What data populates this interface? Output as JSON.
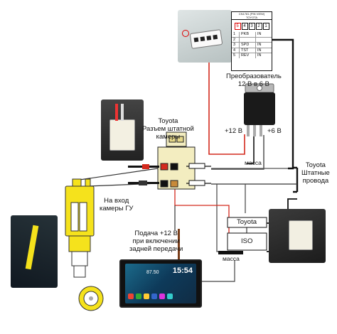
{
  "labels": {
    "converter": "Преобразователь\n12 В в 6 В",
    "plus12": "+12 В",
    "plus6": "+6 В",
    "massa_converter": "масса",
    "toyota_connector": "Toyota\nРазъем штатной\nкамеры",
    "toyota_wires": "Toyota\nШтатные\nпровода",
    "head_unit_input": "На вход\nкамеры ГУ",
    "reverse_power": "Подача +12 В\nпри включении\nзадней передачи",
    "massa_bottom": "масса",
    "iso_top": "Toyota",
    "iso_bottom": "ISO"
  },
  "pin_table": {
    "header": "CN1781 (PIN VIEW)\nTOYOTA",
    "pin_numbers": [
      "5",
      "4",
      "3",
      "2",
      "1"
    ],
    "rows": [
      {
        "pin": "1",
        "name": "PKB",
        "dir": "IN"
      },
      {
        "pin": "2",
        "name": "",
        "dir": ""
      },
      {
        "pin": "3",
        "name": "SPD",
        "dir": "IN"
      },
      {
        "pin": "4",
        "name": "TST",
        "dir": "IN"
      },
      {
        "pin": "5",
        "name": "REV",
        "dir": "IN"
      }
    ]
  },
  "screen": {
    "time": "15:54",
    "freq": "87.50"
  },
  "colors": {
    "wire_black": "#111111",
    "wire_red": "#d42a1e",
    "wire_gray": "#555555",
    "rca_yellow": "#f5e21c",
    "connector_cream": "#f3edc0",
    "converter_body": "#1a1a1a"
  }
}
